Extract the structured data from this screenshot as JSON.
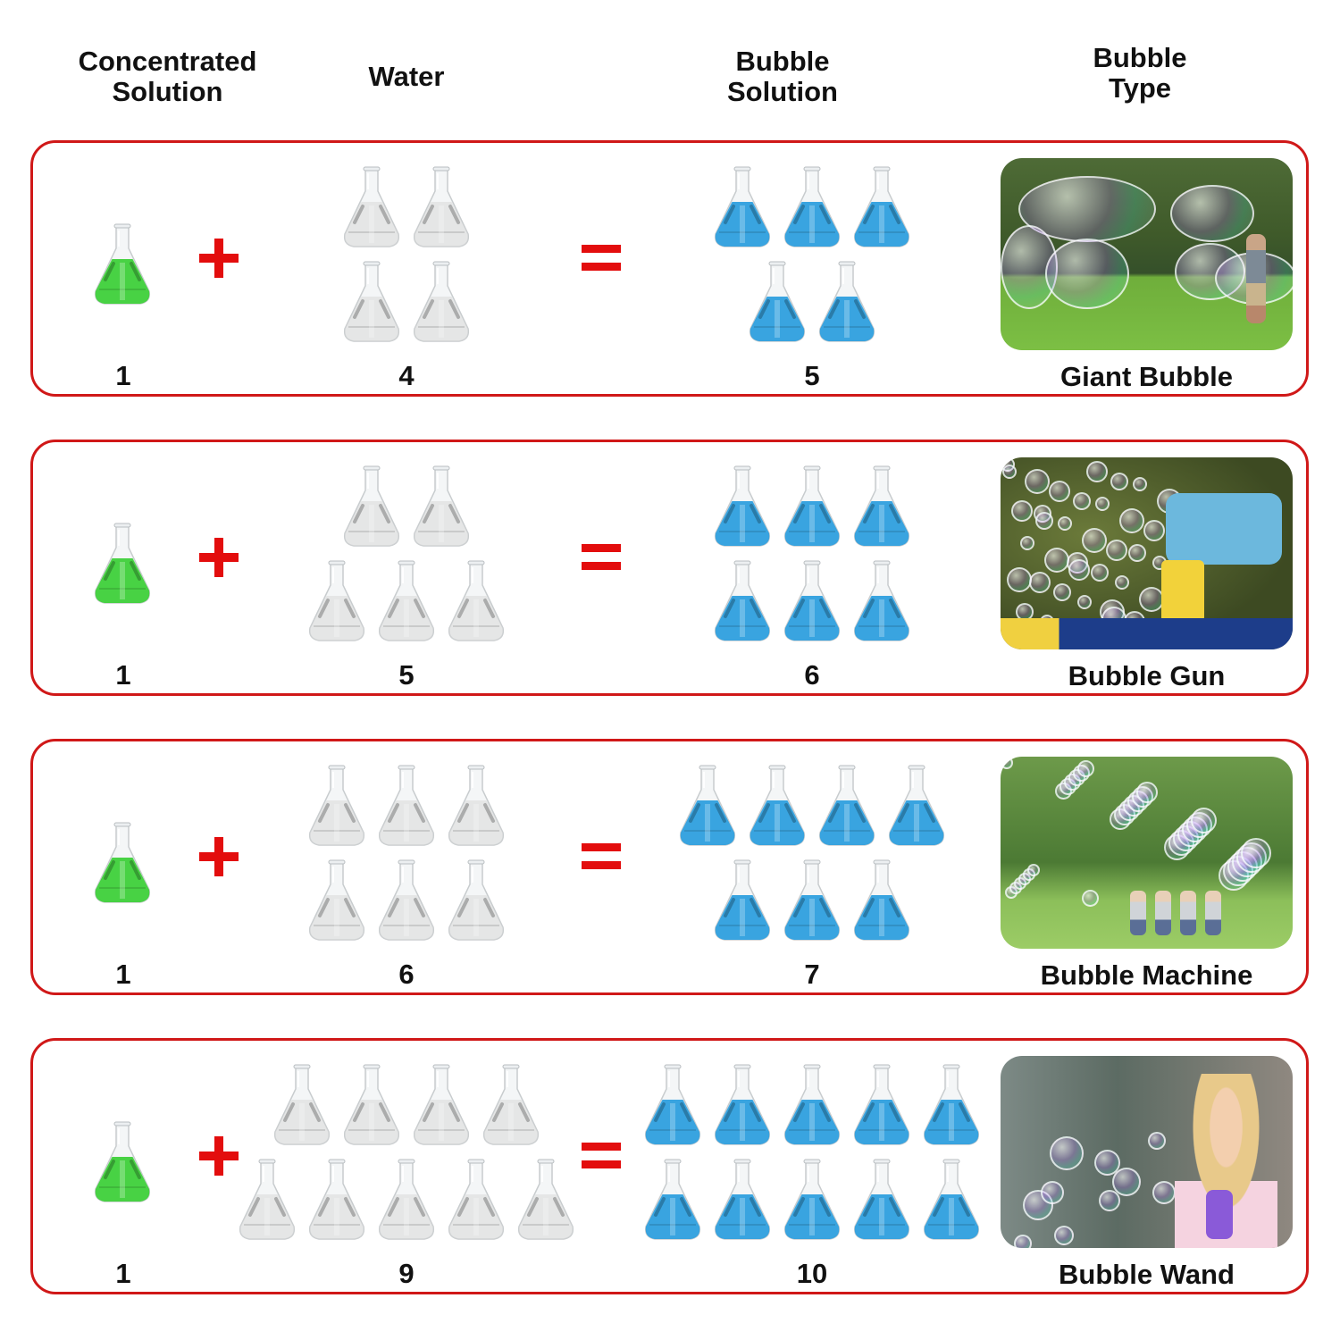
{
  "headers": {
    "concentrated": [
      "Concentrated",
      "Solution"
    ],
    "water": [
      "Water"
    ],
    "bubble_solution": [
      "Bubble",
      "Solution"
    ],
    "bubble_type": [
      "Bubble",
      "Type"
    ]
  },
  "colors": {
    "border": "#d01818",
    "operator": "#e30d0d",
    "concentrate_liquid": "#3ed03a",
    "water_liquid": "#d8d8d8",
    "solution_liquid": "#2e9fde"
  },
  "icons": {
    "flask": "erlenmeyer-flask-icon",
    "plus": "plus-icon",
    "equals": "equals-icon"
  },
  "rows": [
    {
      "concentrate": 1,
      "water": 4,
      "solution": 5,
      "concentrate_label": "1",
      "water_label": "4",
      "solution_label": "5",
      "water_layout": [
        2,
        2
      ],
      "solution_layout": [
        3,
        2
      ],
      "type": "Giant Bubble",
      "photo": "giant-bubble-photo"
    },
    {
      "concentrate": 1,
      "water": 5,
      "solution": 6,
      "concentrate_label": "1",
      "water_label": "5",
      "solution_label": "6",
      "water_layout": [
        2,
        3
      ],
      "solution_layout": [
        3,
        3
      ],
      "type": "Bubble Gun",
      "photo": "bubble-gun-photo"
    },
    {
      "concentrate": 1,
      "water": 6,
      "solution": 7,
      "concentrate_label": "1",
      "water_label": "6",
      "solution_label": "7",
      "water_layout": [
        3,
        3
      ],
      "solution_layout": [
        4,
        3
      ],
      "type": "Bubble Machine",
      "photo": "bubble-machine-photo"
    },
    {
      "concentrate": 1,
      "water": 9,
      "solution": 10,
      "concentrate_label": "1",
      "water_label": "9",
      "solution_label": "10",
      "water_layout": [
        4,
        5
      ],
      "solution_layout": [
        5,
        5
      ],
      "type": "Bubble Wand",
      "photo": "bubble-wand-photo"
    }
  ]
}
